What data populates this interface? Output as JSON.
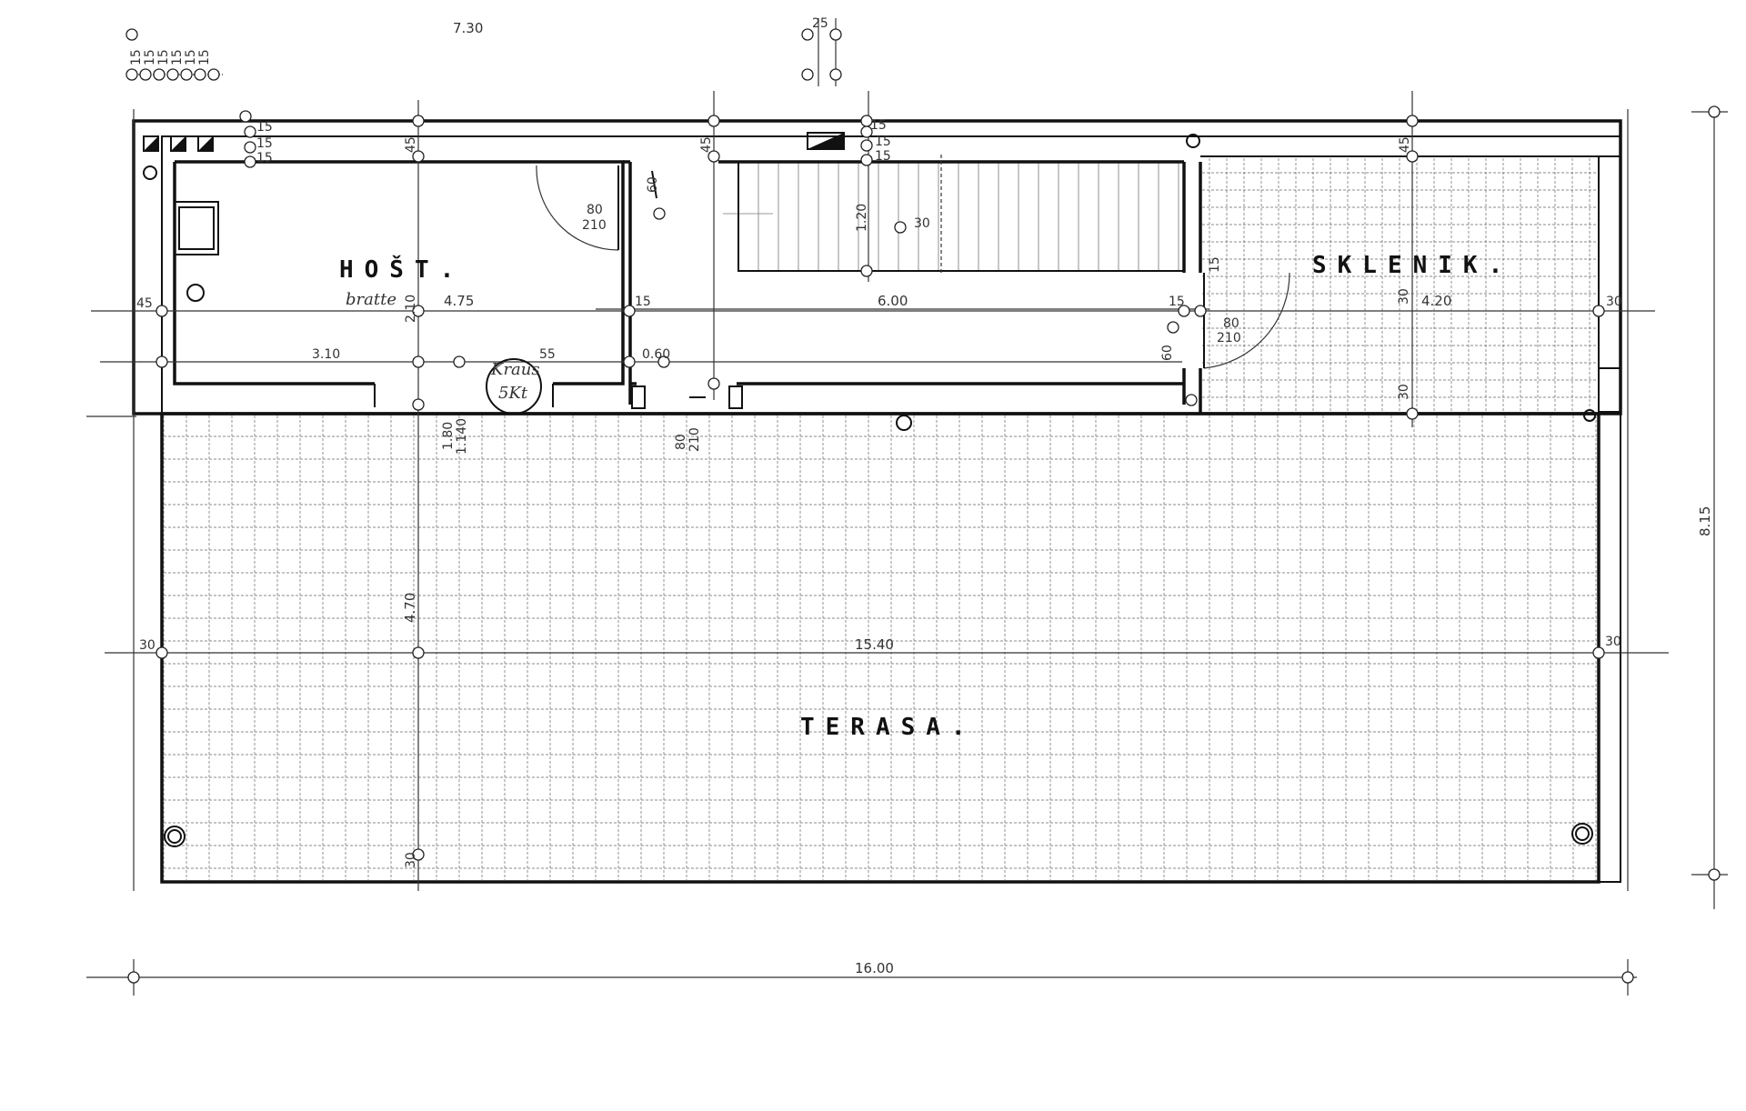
{
  "rooms": {
    "host": "HOŠT.",
    "sklenik": "SKLENIK.",
    "terasa": "TERASA."
  },
  "handwriting": {
    "host_note": "bratte",
    "kraus_top": "Kraus",
    "kraus_bottom": "5Kt"
  },
  "dimensions": {
    "top_730": "7.30",
    "top_25": "25",
    "stack_15": [
      "15",
      "15",
      "15",
      "15",
      "15",
      "15"
    ],
    "wall_15_left": [
      "15",
      "15",
      "15"
    ],
    "wall_15_mid": [
      "15",
      "15",
      "15"
    ],
    "d45_a": "45",
    "d45_b": "45",
    "d45_c": "45",
    "d45_d": "45",
    "d60_a": "60",
    "d60_b": "60",
    "door_a_80": "80",
    "door_a_210": "210",
    "door_b_80": "80",
    "door_b_210": "210",
    "door_c_80": "80",
    "door_c_210": "210",
    "d120": "1.20",
    "d30_stair": "30",
    "d475": "4.75",
    "d15_left": "15",
    "d600": "6.00",
    "d15_right": "15",
    "d420": "4.20",
    "d30_right_top": "30",
    "d310": "3.10",
    "d55": "55",
    "d060": "0.60",
    "d180": "1.80",
    "d1140": "1.140",
    "d2_10": "2.10",
    "d30_sk": "30",
    "d30_sk2": "30",
    "d15_sk": "15",
    "d30_left_mid": "30",
    "d1540": "15.40",
    "d30_right_mid": "30",
    "d470": "4.70",
    "d30_bottom": "30",
    "d815": "8.15",
    "d1600": "16.00"
  }
}
